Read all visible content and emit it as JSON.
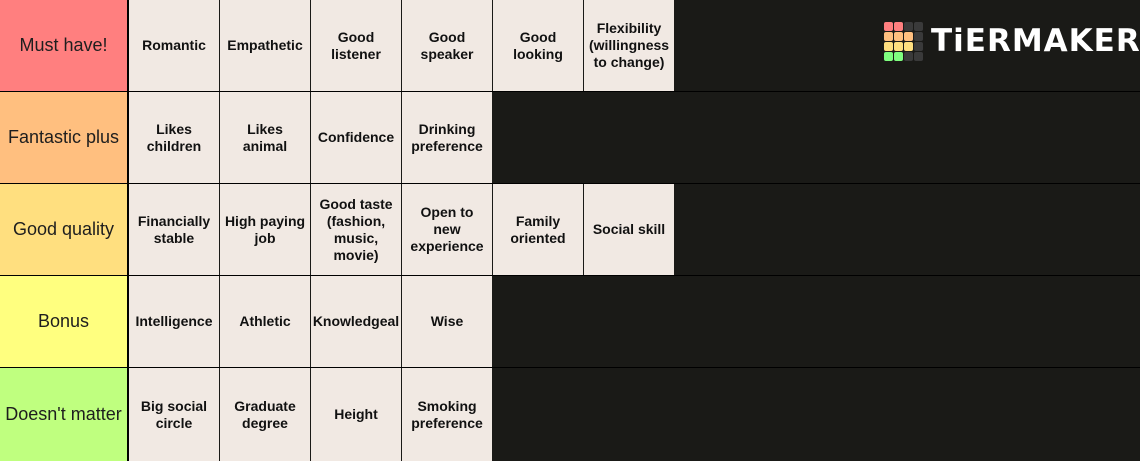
{
  "logo": {
    "text": "TiERMAKER",
    "grid_colors": [
      "#ff7f7f",
      "#ff7f7f",
      "#3a3a3a",
      "#3a3a3a",
      "#ffbf7f",
      "#ffbf7f",
      "#ffbf7f",
      "#3a3a3a",
      "#ffdf7f",
      "#ffdf7f",
      "#ffdf7f",
      "#3a3a3a",
      "#7fff7f",
      "#7fff7f",
      "#3a3a3a",
      "#3a3a3a"
    ]
  },
  "tiers": [
    {
      "label": "Must have!",
      "color": "#ff7f7f",
      "items": [
        "Romantic",
        "Empathetic",
        "Good\nlistener",
        "Good\nspeaker",
        "Good\nlooking",
        "Flexibility\n(willingness\nto change)"
      ]
    },
    {
      "label": "Fantastic plus",
      "color": "#ffbf7f",
      "items": [
        "Likes\nchildren",
        "Likes\nanimal",
        "Confidence",
        "Drinking\npreference"
      ]
    },
    {
      "label": "Good quality",
      "color": "#ffdf7f",
      "items": [
        "Financially\nstable",
        "High paying\njob",
        "Good taste\n(fashion,\nmusic,\nmovie)",
        "Open to\nnew\nexperience",
        "Family\noriented",
        "Social skill"
      ]
    },
    {
      "label": "Bonus",
      "color": "#ffff7f",
      "items": [
        "Intelligence",
        "Athletic",
        "Knowledgeal",
        "Wise"
      ]
    },
    {
      "label": "Doesn't matter",
      "color": "#bfff7f",
      "items": [
        "Big social\ncircle",
        "Graduate\ndegree",
        "Height",
        "Smoking\npreference"
      ]
    }
  ]
}
